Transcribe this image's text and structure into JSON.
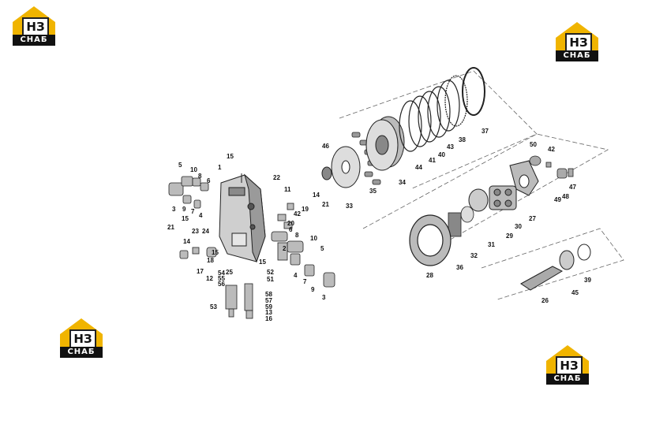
{
  "logos": [
    {
      "id": "logo-top-left",
      "mark": "НЗ",
      "caption": "СНАБ",
      "accent": "#f0b400"
    },
    {
      "id": "logo-top-right",
      "mark": "НЗ",
      "caption": "СНАБ",
      "accent": "#f0b400"
    },
    {
      "id": "logo-bottom-left",
      "mark": "НЗ",
      "caption": "СНАБ",
      "accent": "#f0b400"
    },
    {
      "id": "logo-bottom-right",
      "mark": "НЗ",
      "caption": "СНАБ",
      "accent": "#f0b400"
    }
  ],
  "callouts": {
    "c1": "1",
    "c2": "2",
    "c3": "3",
    "c3b": "3",
    "c4": "4",
    "c4b": "4",
    "c5": "5",
    "c5b": "5",
    "c6": "6",
    "c6b": "6",
    "c7": "7",
    "c7b": "7",
    "c8": "8",
    "c8b": "8",
    "c9": "9",
    "c9b": "9",
    "c10": "10",
    "c10b": "10",
    "c11": "11",
    "c12": "12",
    "c13": "13",
    "c14": "14",
    "c14b": "14",
    "c15": "15",
    "c15b": "15",
    "c15c": "15",
    "c15d": "15",
    "c16": "16",
    "c17": "17",
    "c18": "18",
    "c19": "19",
    "c20": "20",
    "c21": "21",
    "c21b": "21",
    "c22": "22",
    "c23": "23",
    "c24": "24",
    "c25": "25",
    "c26": "26",
    "c27": "27",
    "c28": "28",
    "c29": "29",
    "c30": "30",
    "c31": "31",
    "c32": "32",
    "c33": "33",
    "c34": "34",
    "c35": "35",
    "c36": "36",
    "c37": "37",
    "c38": "38",
    "c39": "39",
    "c40": "40",
    "c41": "41",
    "c42": "42",
    "c42b": "42",
    "c43": "43",
    "c44": "44",
    "c45": "45",
    "c46": "46",
    "c47": "47",
    "c48": "48",
    "c49": "49",
    "c50": "50",
    "c51": "51",
    "c52": "52",
    "c53": "53",
    "c54": "54",
    "c55": "55",
    "c56": "56",
    "c57": "57",
    "c58": "58",
    "c59": "59"
  }
}
